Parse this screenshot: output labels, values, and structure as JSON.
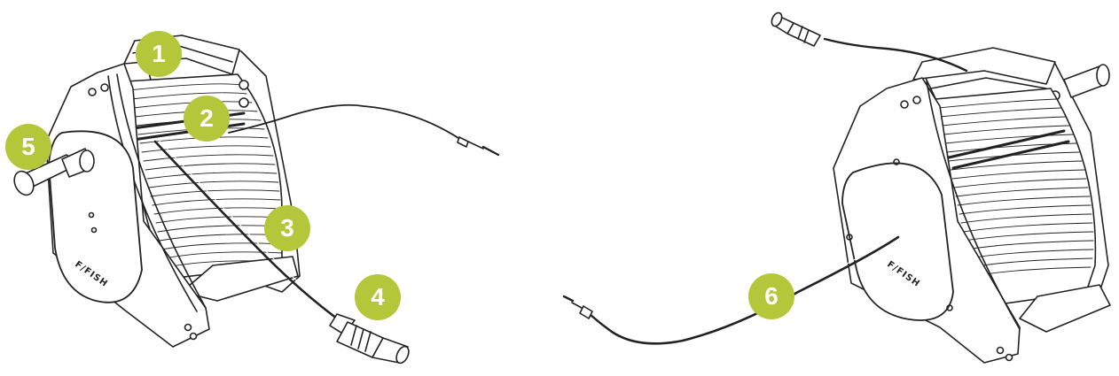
{
  "callouts": [
    {
      "number": "1",
      "color": "#b4c73a"
    },
    {
      "number": "2",
      "color": "#b4c73a"
    },
    {
      "number": "3",
      "color": "#b4c73a"
    },
    {
      "number": "4",
      "color": "#b4c73a"
    },
    {
      "number": "5",
      "color": "#b4c73a"
    },
    {
      "number": "6",
      "color": "#b4c73a"
    }
  ],
  "brand_marks": [
    "F/FISH",
    "F/FISH"
  ]
}
